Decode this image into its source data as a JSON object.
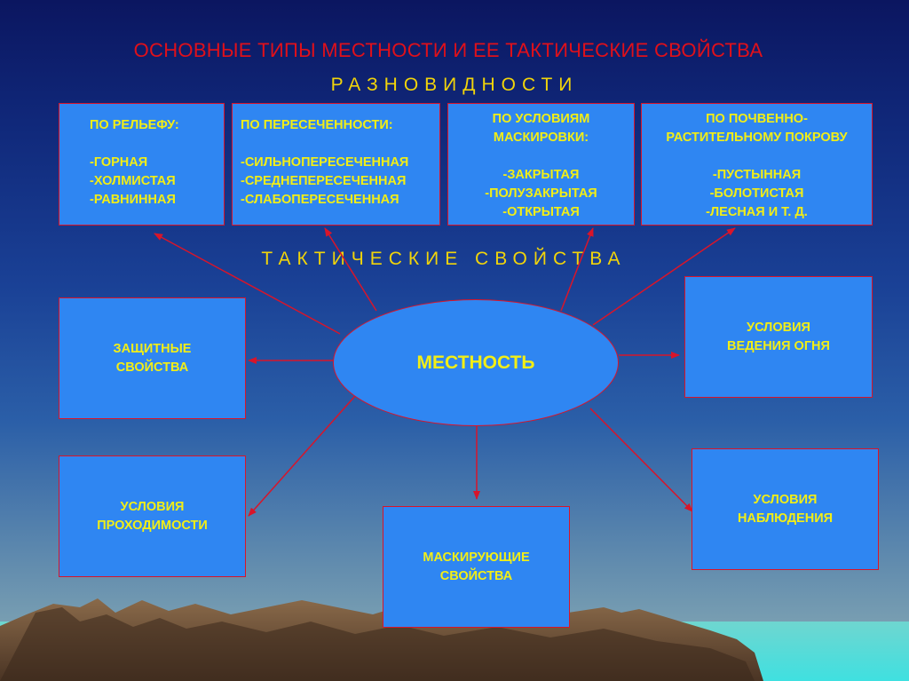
{
  "title": "ОСНОВНЫЕ ТИПЫ  МЕСТНОСТИ  И ЕЕ ТАКТИЧЕСКИЕ СВОЙСТВА",
  "varieties_heading": "РАЗНОВИДНОСТИ",
  "tactical_heading": "ТАКТИЧЕСКИЕ СВОЙСТВА",
  "center_label": "МЕСТНОСТЬ",
  "varieties": {
    "relief": {
      "header": "ПО РЕЛЬЕФУ:",
      "items": [
        "-ГОРНАЯ",
        "-ХОЛМИСТАЯ",
        "-РАВНИННАЯ"
      ]
    },
    "crossing": {
      "header": "ПО ПЕРЕСЕЧЕННОСТИ:",
      "items": [
        "-СИЛЬНОПЕРЕСЕЧЕННАЯ",
        "-СРЕДНЕПЕРЕСЕЧЕННАЯ",
        "-СЛАБОПЕРЕСЕЧЕННАЯ"
      ]
    },
    "masking": {
      "header": [
        "ПО УСЛОВИЯМ",
        "МАСКИРОВКИ:"
      ],
      "items": [
        "-ЗАКРЫТАЯ",
        "-ПОЛУЗАКРЫТАЯ",
        "-ОТКРЫТАЯ"
      ]
    },
    "soil": {
      "header": [
        "ПО ПОЧВЕННО-",
        "РАСТИТЕЛЬНОМУ ПОКРОВУ"
      ],
      "items": [
        "-ПУСТЫННАЯ",
        "-БОЛОТИСТАЯ",
        "-ЛЕСНАЯ И Т. Д."
      ]
    }
  },
  "properties": {
    "protective": [
      "ЗАЩИТНЫЕ",
      "СВОЙСТВА"
    ],
    "fire": [
      "УСЛОВИЯ",
      "ВЕДЕНИЯ ОГНЯ"
    ],
    "passability": [
      "УСЛОВИЯ",
      "ПРОХОДИМОСТИ"
    ],
    "observation": [
      "УСЛОВИЯ",
      "НАБЛЮДЕНИЯ"
    ],
    "camouflage": [
      "МАСКИРУЮЩИЕ",
      "СВОЙСТВА"
    ]
  },
  "colors": {
    "title": "#e0101a",
    "heading": "#f1d40a",
    "box_fill": "#2f86f2",
    "box_border": "#d8152a",
    "box_text": "#f2ee16",
    "arrow": "#d8152a"
  }
}
